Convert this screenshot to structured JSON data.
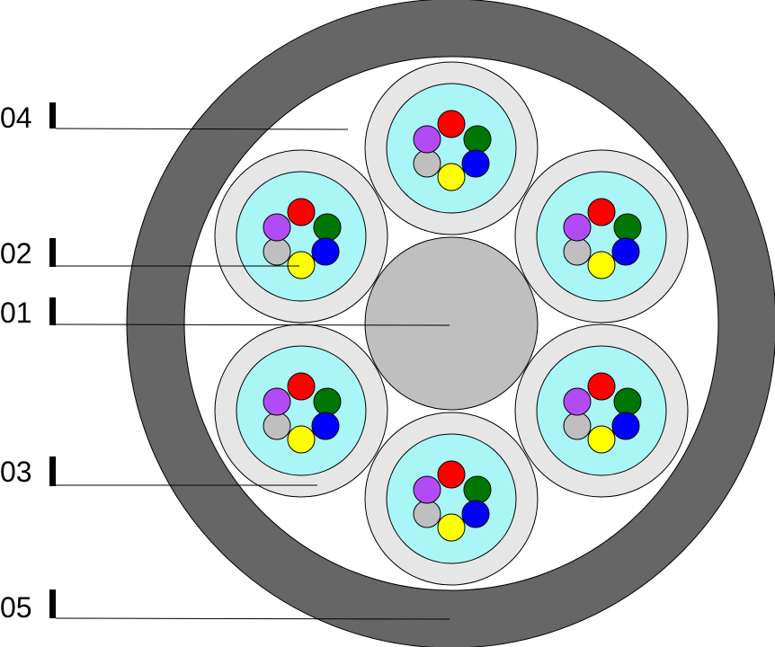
{
  "labels": [
    {
      "id": "01",
      "text": "01"
    },
    {
      "id": "02",
      "text": "02"
    },
    {
      "id": "03",
      "text": "03"
    },
    {
      "id": "04",
      "text": "04"
    },
    {
      "id": "05",
      "text": "05"
    }
  ],
  "colors": {
    "outer_sheath": "#666666",
    "inner_fill": "#ffffff",
    "central_member": "#bfbfbf",
    "tube_outer": "#e6e6e6",
    "tube_inner": "#aaf5f5",
    "stroke": "#000000",
    "fibers": [
      "#ff0000",
      "#007700",
      "#0000ff",
      "#ffff00",
      "#bfbfbf",
      "#b14cf5"
    ]
  },
  "fiber_color_names": [
    "red",
    "green",
    "blue",
    "yellow",
    "gray",
    "purple"
  ],
  "tube_count": 6,
  "fibers_per_tube": 6
}
